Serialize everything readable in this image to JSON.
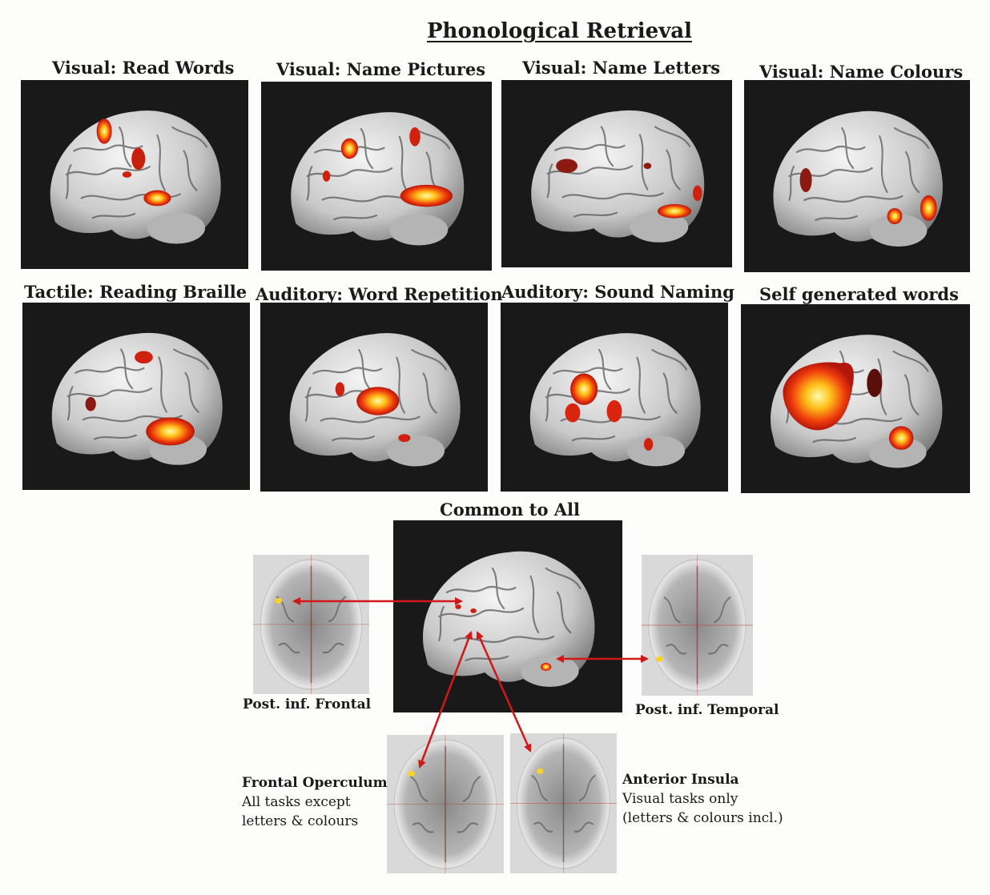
{
  "figure": {
    "title": "Phonological Retrieval",
    "row1": [
      "Visual: Read Words",
      "Visual: Name Pictures",
      "Visual: Name Letters",
      "Visual: Name Colours"
    ],
    "row2": [
      "Tactile: Reading Braille",
      "Auditory: Word Repetition",
      "Auditory:  Sound Naming",
      "Self generated words"
    ],
    "common_title": "Common to All",
    "regions": {
      "post_inf_frontal": "Post.  inf. Frontal",
      "post_inf_temporal": "Post.  inf. Temporal",
      "frontal_operculum": {
        "name": "Frontal Operculum",
        "line1": "All  tasks except",
        "line2": "letters &  colours"
      },
      "anterior_insula": {
        "name": "Anterior Insula",
        "line1": "Visual tasks only",
        "line2": "(letters &  colours incl.)"
      }
    }
  },
  "colors": {
    "background": "#fdfdfb",
    "panel": "#191919",
    "activation": "#e8200e",
    "arrow": "#d01818"
  }
}
